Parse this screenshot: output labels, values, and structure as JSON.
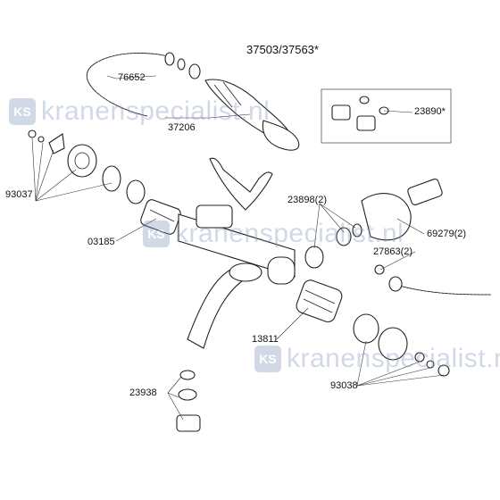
{
  "title": "37503/37563*",
  "labels": {
    "p76652": "76652",
    "p37206": "37206",
    "p23890": "23890*",
    "p93037": "93037",
    "p03185": "03185",
    "p23898": "23898(2)",
    "p69279": "69279(2)",
    "p27863": "27863(2)",
    "p13811": "13811",
    "p23938": "23938",
    "p93038": "93038"
  },
  "watermark": {
    "badge": "KS",
    "text": "kranenspecialist.nl"
  },
  "colors": {
    "watermark": "#7f93b8",
    "line": "#222222"
  }
}
